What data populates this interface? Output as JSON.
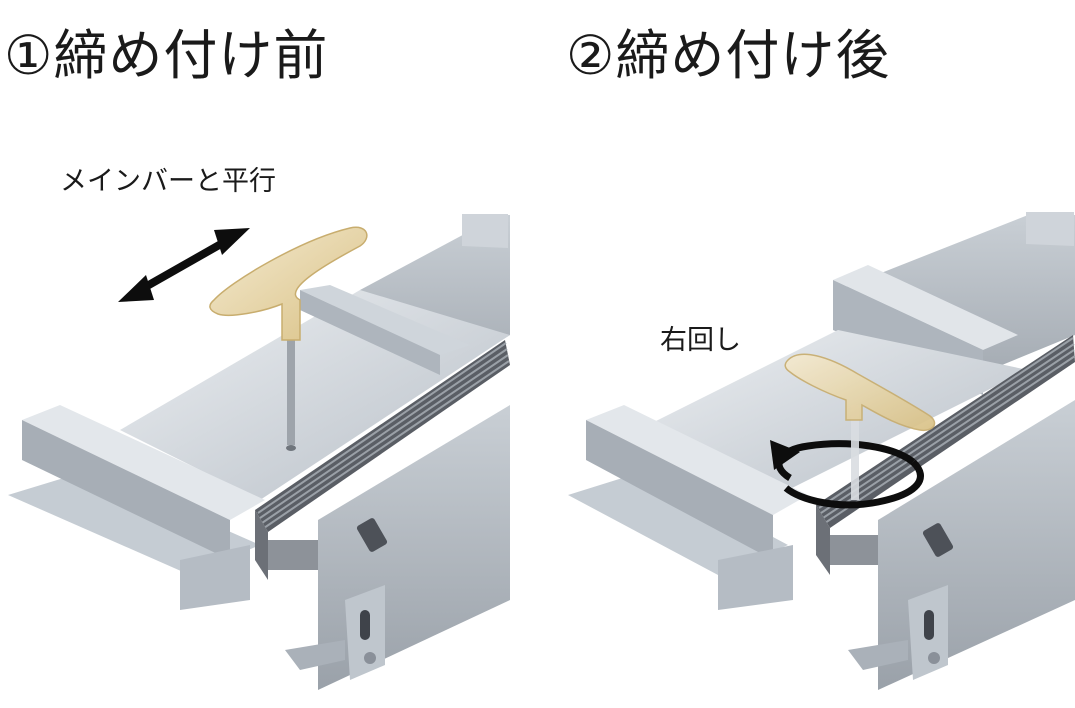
{
  "steps": {
    "before": {
      "title": "①締め付け前",
      "caption": "メインバーと平行"
    },
    "after": {
      "title": "②締め付け後",
      "caption": "右回し"
    }
  },
  "colors": {
    "steel_light": "#d9dde2",
    "steel_mid": "#b9c0c8",
    "steel_dark": "#8d949c",
    "grating": "#4f535a",
    "handle": "#e8d6a6",
    "arrow": "#0d0d0d"
  },
  "icons": {
    "double_arrow": "double-headed-arrow-icon",
    "rotate_arrow": "clockwise-rotation-arrow-icon"
  }
}
